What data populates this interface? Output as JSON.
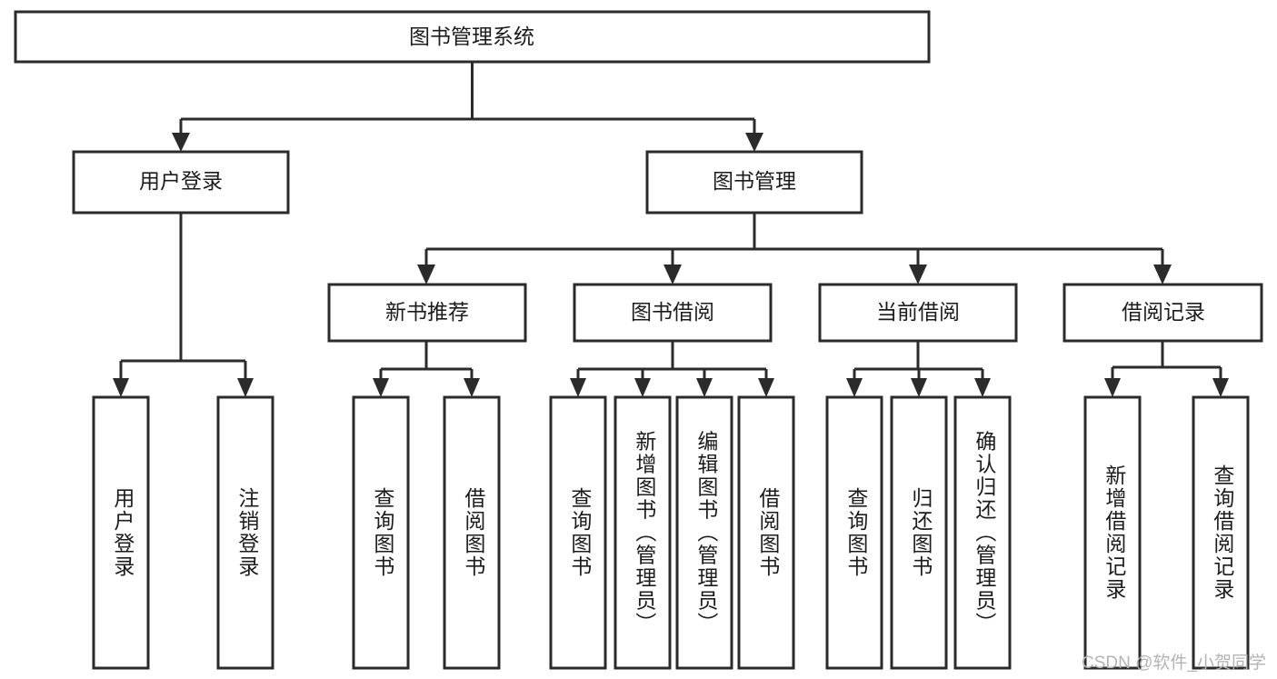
{
  "diagram": {
    "type": "tree-hierarchy",
    "title": "图书管理系统",
    "orientation": "top-down",
    "colors": {
      "box_fill": "#ffffff",
      "box_stroke": "#2b2b2b",
      "text": "#1c1c1c",
      "background": "#ffffff",
      "watermark": "#b3b3b3"
    },
    "root": {
      "label": "图书管理系统"
    },
    "level2": [
      {
        "label": "用户登录"
      },
      {
        "label": "图书管理"
      }
    ],
    "level3": [
      {
        "label": "新书推荐"
      },
      {
        "label": "图书借阅"
      },
      {
        "label": "当前借阅"
      },
      {
        "label": "借阅记录"
      }
    ],
    "leaves": {
      "user_login": [
        {
          "label": "用户登录"
        },
        {
          "label": "注销登录"
        }
      ],
      "new_book": [
        {
          "label": "查询图书"
        },
        {
          "label": "借阅图书"
        }
      ],
      "book_borrow": [
        {
          "label": "查询图书"
        },
        {
          "label": "新增图书（管理员）"
        },
        {
          "label": "编辑图书（管理员）"
        },
        {
          "label": "借阅图书"
        }
      ],
      "current_borrow": [
        {
          "label": "查询图书"
        },
        {
          "label": "归还图书"
        },
        {
          "label": "确认归还（管理员）"
        }
      ],
      "borrow_record": [
        {
          "label": "新增借阅记录"
        },
        {
          "label": "查询借阅记录"
        }
      ]
    }
  },
  "watermark": {
    "text": "CSDN @软件_小贺同学"
  }
}
